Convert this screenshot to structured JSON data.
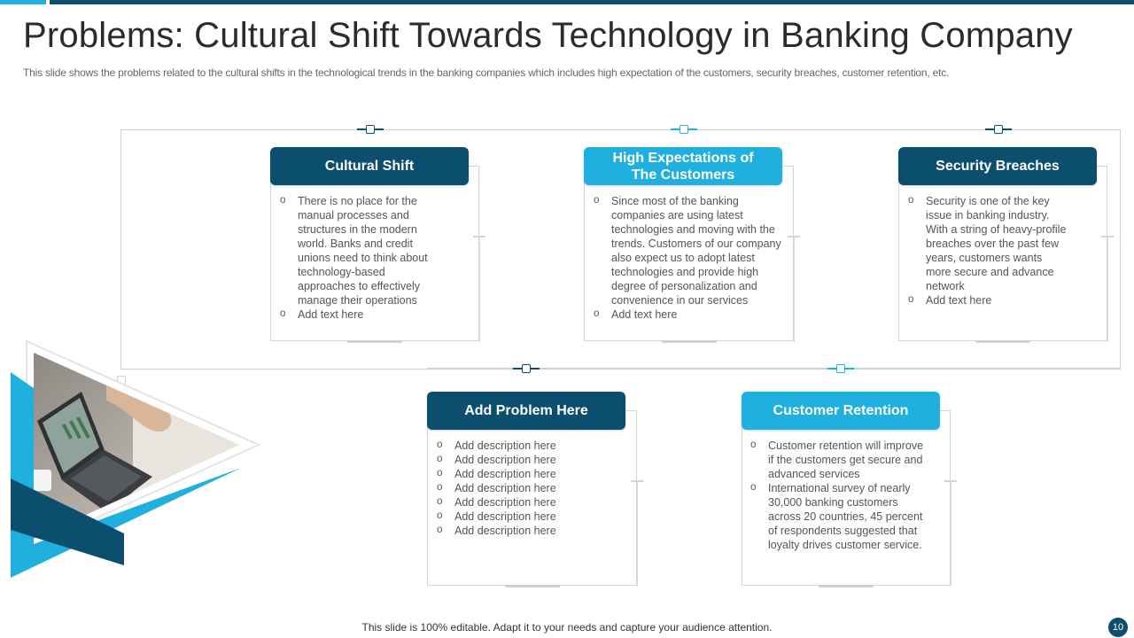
{
  "header": {
    "title": "Problems: Cultural Shift Towards Technology in Banking Company",
    "subtitle": "This slide shows the problems related to the cultural shifts in the technological trends in the banking companies which includes high expectation of the customers, security breaches, customer retention, etc."
  },
  "colors": {
    "dark": "#0c4e6e",
    "light": "#1fb0e0"
  },
  "problems": [
    {
      "title": "Cultural Shift",
      "style": "dark",
      "bullets": [
        "There is no place for the manual processes and structures in the modern world. Banks and credit unions need to think about technology-based approaches to effectively manage their operations",
        "Add text here"
      ]
    },
    {
      "title": "High Expectations of The Customers",
      "style": "light",
      "bullets": [
        "Since most of the banking companies are using latest technologies and moving with the trends. Customers of our company also expect us to adopt latest technologies and provide high degree of personalization and convenience in our services",
        "Add text here"
      ]
    },
    {
      "title": "Security Breaches",
      "style": "dark",
      "bullets": [
        "Security is one of the key issue in banking industry. With a string of heavy-profile breaches over the past few years, customers wants more secure and advance network",
        "Add text here"
      ]
    },
    {
      "title": "Add Problem Here",
      "style": "dark",
      "bullets": [
        "Add description here",
        "Add description here",
        "Add description here",
        "Add description here",
        "Add description here",
        "Add description here",
        "Add description here"
      ]
    },
    {
      "title": "Customer Retention",
      "style": "light",
      "bullets": [
        "Customer retention will improve if the customers get secure and advanced services",
        "International survey of nearly 30,000 banking customers across 20 countries, 45 percent of respondents suggested that loyalty drives customer service."
      ]
    }
  ],
  "footer": {
    "text": "This slide is 100% editable. Adapt it to your  needs and capture your audience attention.",
    "page_number": "10"
  },
  "image": {
    "icon": "laptop-photo"
  }
}
